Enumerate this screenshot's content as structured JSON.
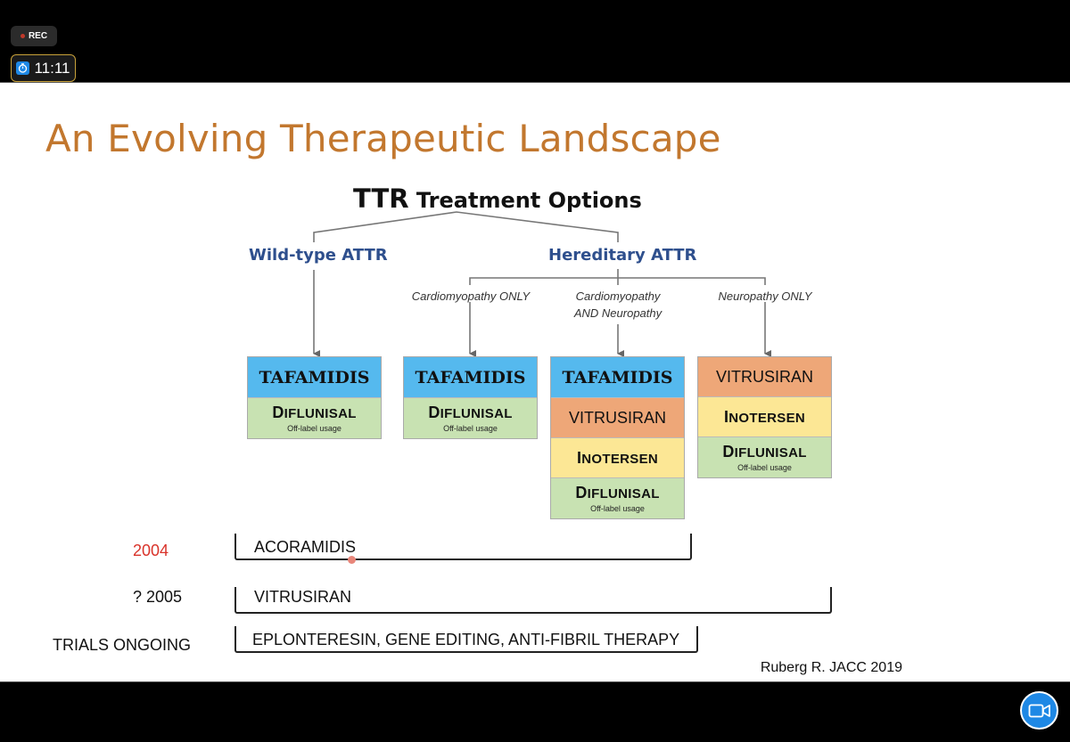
{
  "status": {
    "rec_label": "REC",
    "timer": "11:11",
    "rec_color": "#c0392b",
    "timer_border_color": "#c8a13a"
  },
  "slide": {
    "title": "An Evolving Therapeutic Landscape",
    "root": {
      "ttr": "TTR",
      "label": "Treatment Options"
    },
    "branches": {
      "wild": "Wild-type ATTR",
      "hereditary": "Hereditary ATTR"
    },
    "subgroups": {
      "cardio_only": "Cardiomyopathy ONLY",
      "cardio_neuro_line1": "Cardiomyopathy",
      "cardio_neuro_line2": "AND Neuropathy",
      "neuro_only": "Neuropathy ONLY"
    },
    "columns": {
      "wild": {
        "tafamidis": "TAFAMIDIS",
        "diflunisal_first": "D",
        "diflunisal_rest": "IFLUNISAL",
        "diflunisal_note": "Off-label usage"
      },
      "cardio": {
        "tafamidis": "TAFAMIDIS",
        "diflunisal_first": "D",
        "diflunisal_rest": "IFLUNISAL",
        "diflunisal_note": "Off-label usage"
      },
      "mixed": {
        "tafamidis": "TAFAMIDIS",
        "vitrusiran": "VITRUSIRAN",
        "inotersen_first": "I",
        "inotersen_rest": "NOTERSEN",
        "diflunisal_first": "D",
        "diflunisal_rest": "IFLUNISAL",
        "diflunisal_note": "Off-label usage"
      },
      "neuro": {
        "vitrusiran": "VITRUSIRAN",
        "inotersen_first": "I",
        "inotersen_rest": "NOTERSEN",
        "diflunisal_first": "D",
        "diflunisal_rest": "IFLUNISAL",
        "diflunisal_note": "Off-label usage"
      }
    },
    "timeline": [
      {
        "label": "2004",
        "text": "ACORAMIDIS"
      },
      {
        "label": "? 2005",
        "text": "VITRUSIRAN"
      },
      {
        "label": "TRIALS ONGOING",
        "text": "EPLONTERESIN, GENE EDITING, ANTI-FIBRIL THERAPY"
      }
    ],
    "citation": "Ruberg R. JACC 2019",
    "colors": {
      "title": "#c2772e",
      "branch": "#2e4f8d",
      "tafamidis": "#55b9ee",
      "diflunisal": "#c8e2b2",
      "vitrusiran": "#eea778",
      "inotersen": "#fce795",
      "highlight_year": "#d9332a"
    }
  },
  "controls": {
    "video_icon": "video-camera-icon"
  }
}
